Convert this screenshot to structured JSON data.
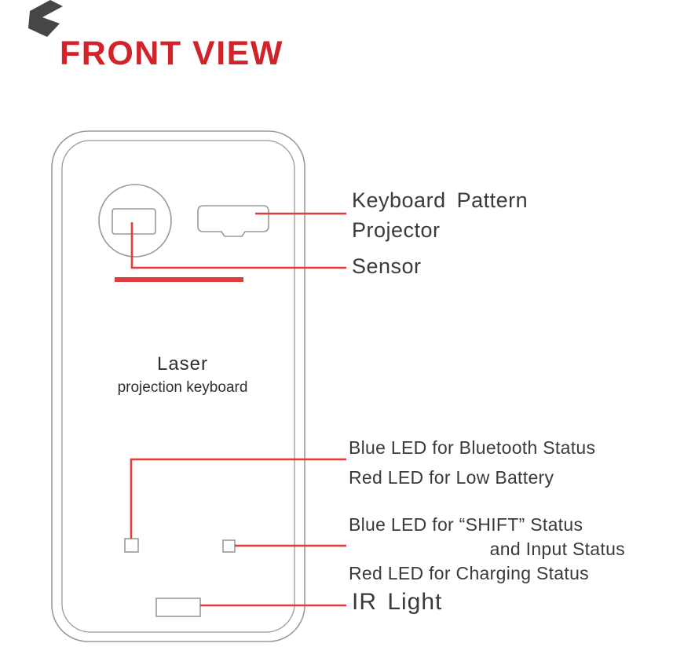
{
  "title": "FRONT VIEW",
  "device": {
    "name_line1": "Laser",
    "name_line2": "projection keyboard"
  },
  "callouts": {
    "projector_line1": "Keyboard Pattern",
    "projector_line2": "Projector",
    "sensor": "Sensor",
    "led_left_line1": "Blue LED for Bluetooth Status",
    "led_left_line2": "Red LED for Low Battery",
    "led_right_line1": "Blue LED for “SHIFT” Status",
    "led_right_line2": "and Input Status",
    "led_right_line3": "Red LED for Charging Status",
    "ir": "IR Light"
  },
  "colors": {
    "title_red": "#d2232a",
    "line_red": "#e03c3c",
    "outline_gray": "#9a9a9a",
    "text_dark": "#3a3a3a",
    "logo_dark": "#464646"
  }
}
